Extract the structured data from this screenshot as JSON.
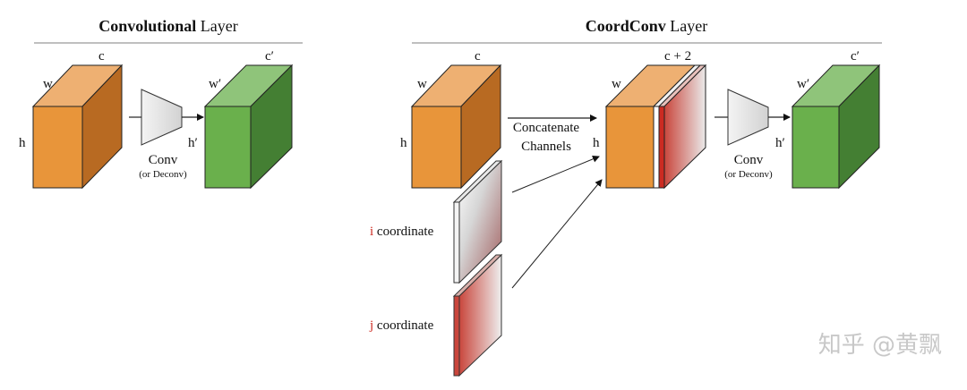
{
  "left_panel": {
    "title_bold": "Convolutional",
    "title_rest": " Layer",
    "input_box": {
      "w": "w",
      "h": "h",
      "c": "c"
    },
    "op": {
      "name": "Conv",
      "sub": "(or Deconv)"
    },
    "output_box": {
      "w": "w′",
      "h": "h′",
      "c": "c′"
    }
  },
  "right_panel": {
    "title_bold": "CoordConv",
    "title_rest": " Layer",
    "input_box": {
      "w": "w",
      "h": "h",
      "c": "c"
    },
    "i_label": {
      "letter": "i",
      "rest": " coordinate"
    },
    "j_label": {
      "letter": "j",
      "rest": " coordinate"
    },
    "concat_label": [
      "Concatenate",
      "Channels"
    ],
    "concat_box": {
      "w": "w",
      "h": "h",
      "c": "c + 2"
    },
    "op": {
      "name": "Conv",
      "sub": "(or Deconv)"
    },
    "output_box": {
      "w": "w′",
      "h": "h′",
      "c": "c′"
    }
  },
  "watermark": "知乎 @黄飘",
  "colors": {
    "orange_front": "#e8953a",
    "orange_top": "#eeb072",
    "orange_side": "#b86a22",
    "green_front": "#6ab04c",
    "green_top": "#8fc47a",
    "green_side": "#447f33",
    "coord_red": "#cc2b22"
  }
}
